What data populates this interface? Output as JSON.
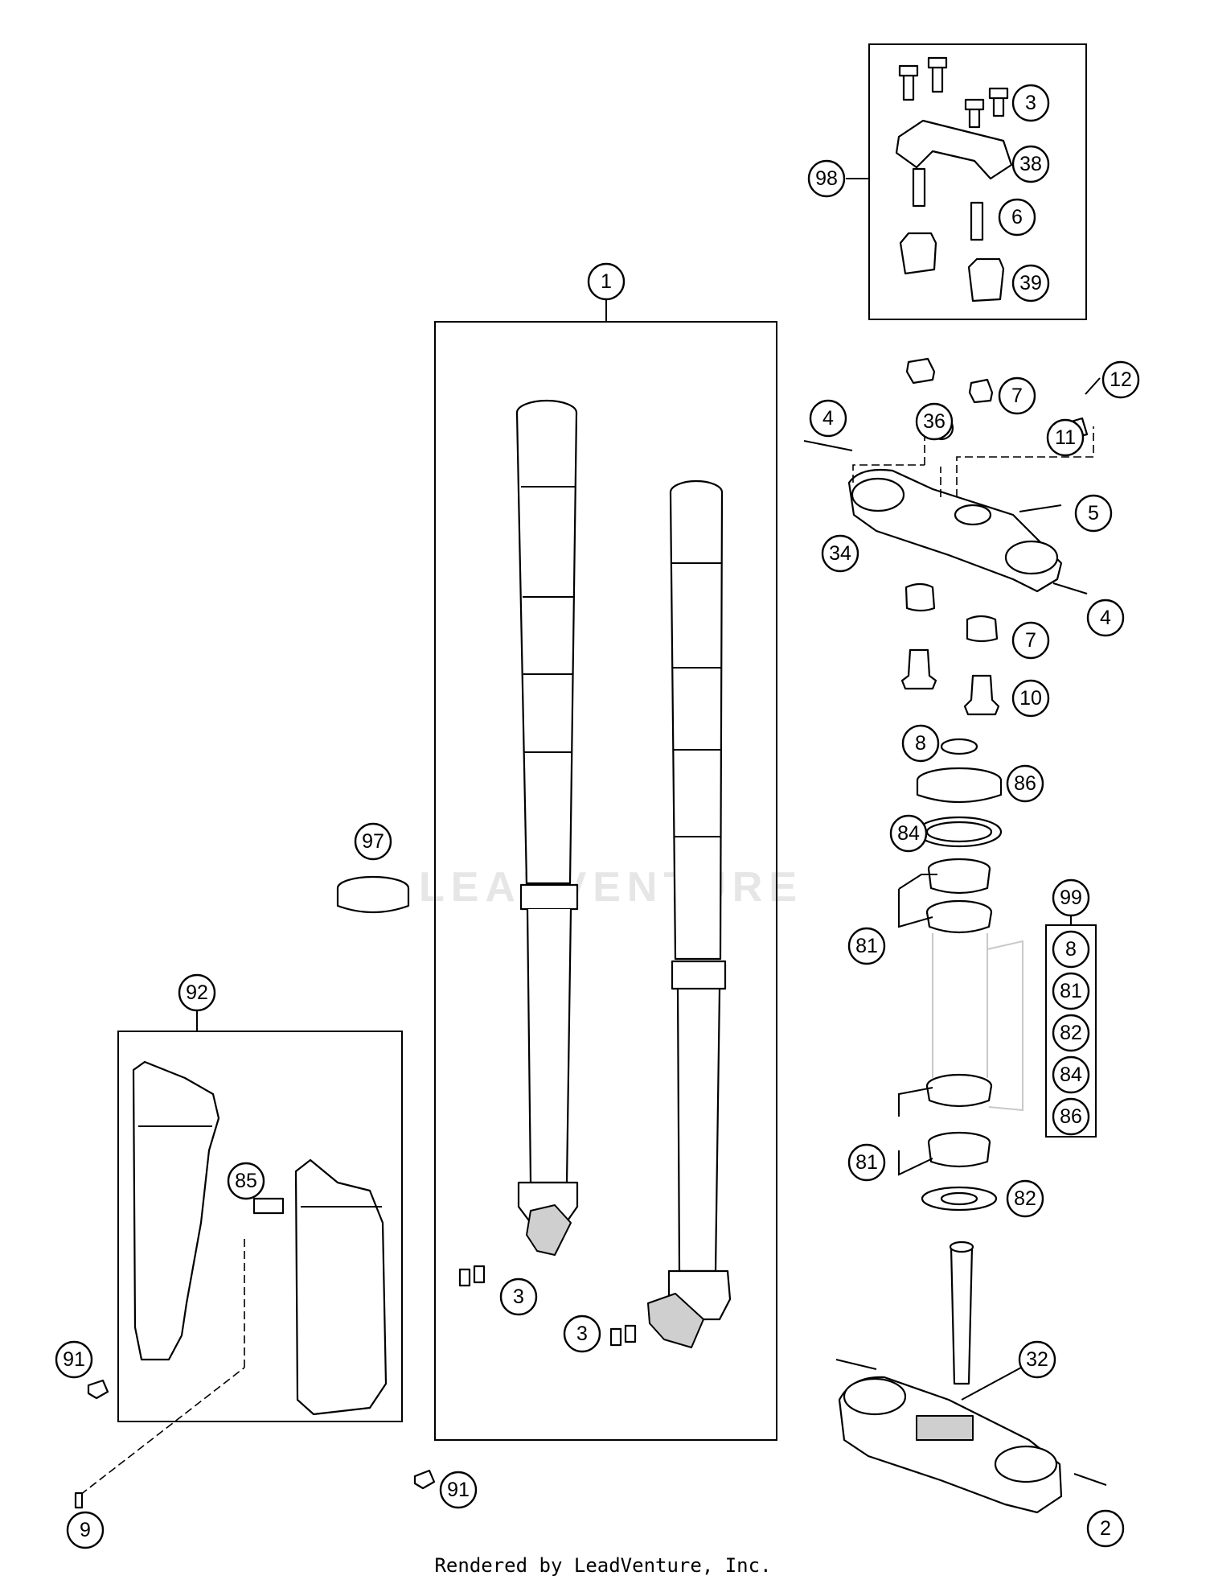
{
  "footer": "Rendered by LeadVenture, Inc.",
  "watermark": "LEADVENTURE",
  "callouts": {
    "c1": "1",
    "c2": "2",
    "c3a": "3",
    "c3b": "3",
    "c3c": "3",
    "c4a": "4",
    "c4b": "4",
    "c5": "5",
    "c6": "6",
    "c7a": "7",
    "c7b": "7",
    "c8a": "8",
    "c8b": "8",
    "c9": "9",
    "c10": "10",
    "c11": "11",
    "c12": "12",
    "c32": "32",
    "c34": "34",
    "c36": "36",
    "c38": "38",
    "c39": "39",
    "c81a": "81",
    "c81b": "81",
    "c81c": "81",
    "c82a": "82",
    "c82b": "82",
    "c84a": "84",
    "c84b": "84",
    "c85": "85",
    "c86a": "86",
    "c86b": "86",
    "c91a": "91",
    "c91b": "91",
    "c92": "92",
    "c97": "97",
    "c98": "98",
    "c99": "99"
  }
}
